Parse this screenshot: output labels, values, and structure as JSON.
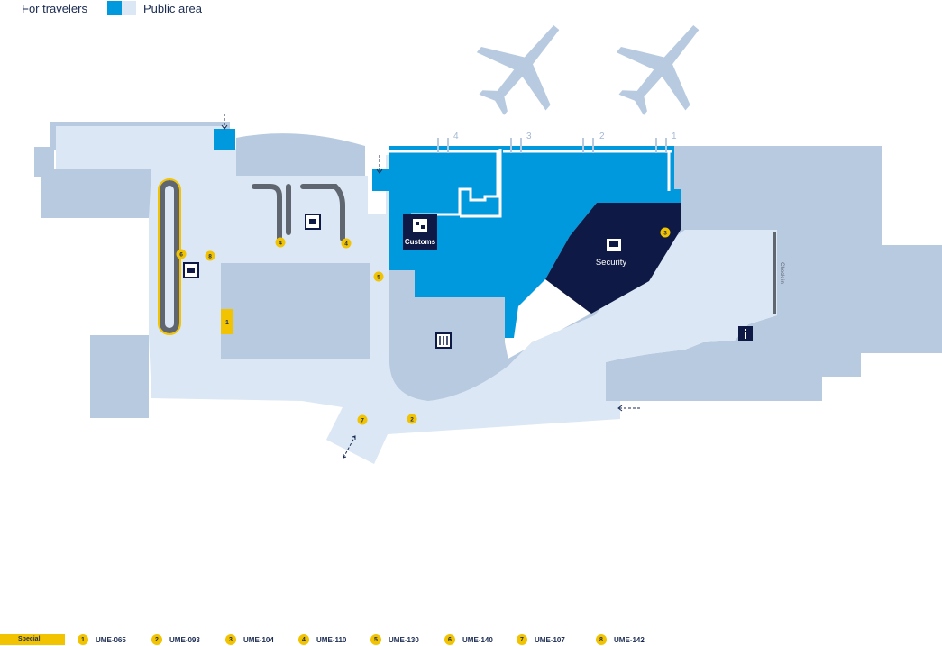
{
  "legend": {
    "for_travelers": "For travelers",
    "public_area": "Public area",
    "colors": {
      "travelers": "#0099dd",
      "public": "#dbe7f4"
    }
  },
  "labels": {
    "customs": "Customs",
    "security": "Security",
    "checkin": "Check-in"
  },
  "gates": [
    "4",
    "3",
    "2",
    "1"
  ],
  "markers": [
    "6",
    "8",
    "4",
    "4",
    "5",
    "3",
    "7",
    "2"
  ],
  "locker": "1",
  "special_label": "Special",
  "codes": [
    {
      "num": "1",
      "code": "UME-065"
    },
    {
      "num": "2",
      "code": "UME-093"
    },
    {
      "num": "3",
      "code": "UME-104"
    },
    {
      "num": "4",
      "code": "UME-110"
    },
    {
      "num": "5",
      "code": "UME-130"
    },
    {
      "num": "6",
      "code": "UME-140"
    },
    {
      "num": "7",
      "code": "UME-107"
    },
    {
      "num": "8",
      "code": "UME-142"
    }
  ],
  "icons": [
    "customs-icon",
    "security-icon",
    "baggage-icon",
    "baggage-icon",
    "restaurant-icon",
    "info-icon",
    "airplane-icon"
  ],
  "colors": {
    "building": "#b8cae0",
    "public": "#dbe7f4",
    "travelers": "#0099dd",
    "security": "#0e1a45",
    "marker": "#f2c300",
    "belt": "#5f6670"
  }
}
